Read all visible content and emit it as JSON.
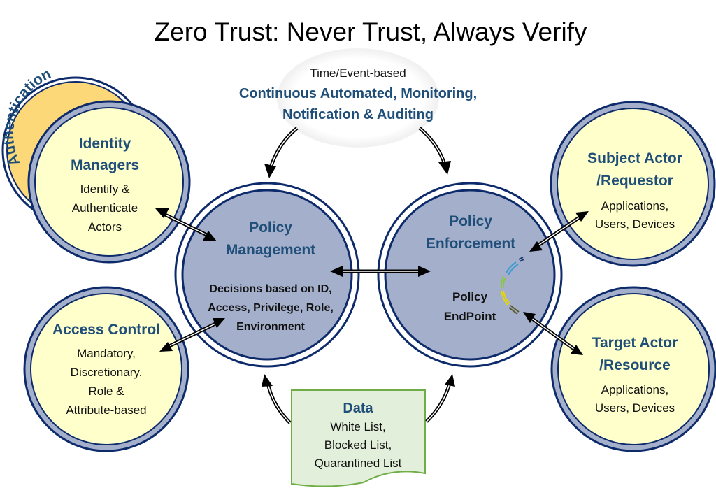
{
  "title": "Zero Trust: Never Trust, Always Verify",
  "monitoring": {
    "subtitle": "Time/Event-based",
    "heading_lines": [
      "Continuous Automated, Monitoring,",
      "Notification & Auditing"
    ]
  },
  "authentication": {
    "label": "Authentication"
  },
  "identity_managers": {
    "heading_lines": [
      "Identity",
      "Managers"
    ],
    "body_lines": [
      "Identify &",
      "Authenticate",
      "Actors"
    ]
  },
  "access_control": {
    "heading_lines": [
      "Access Control"
    ],
    "body_lines": [
      "Mandatory,",
      "Discretionary.",
      "Role &",
      "Attribute-based"
    ]
  },
  "policy_management": {
    "heading_lines": [
      "Policy",
      "Management"
    ],
    "body_lines": [
      "Decisions based on ID,",
      "Access, Privilege, Role,",
      "Environment"
    ]
  },
  "policy_enforcement": {
    "heading_lines": [
      "Policy",
      "Enforcement"
    ],
    "body_lines": [
      "Policy",
      "EndPoint"
    ]
  },
  "subject_actor": {
    "heading_lines": [
      "Subject Actor",
      "/Requestor"
    ],
    "body_lines": [
      "Applications,",
      "Users, Devices"
    ]
  },
  "target_actor": {
    "heading_lines": [
      "Target Actor",
      "/Resource"
    ],
    "body_lines": [
      "Applications,",
      "Users, Devices"
    ]
  },
  "data": {
    "heading": "Data",
    "body_lines": [
      "White List,",
      "Blocked List,",
      "Quarantined List"
    ]
  },
  "colors": {
    "heading_blue": "#1f4e79",
    "navy_outline": "#0d2a6b",
    "policy_fill": "#a4b0cb",
    "actor_fill": "#ffffcc",
    "actor_ring": "#a4b0cb",
    "auth_fill": "#fdd878",
    "data_fill": "#e2efda",
    "data_border": "#70ad47"
  }
}
